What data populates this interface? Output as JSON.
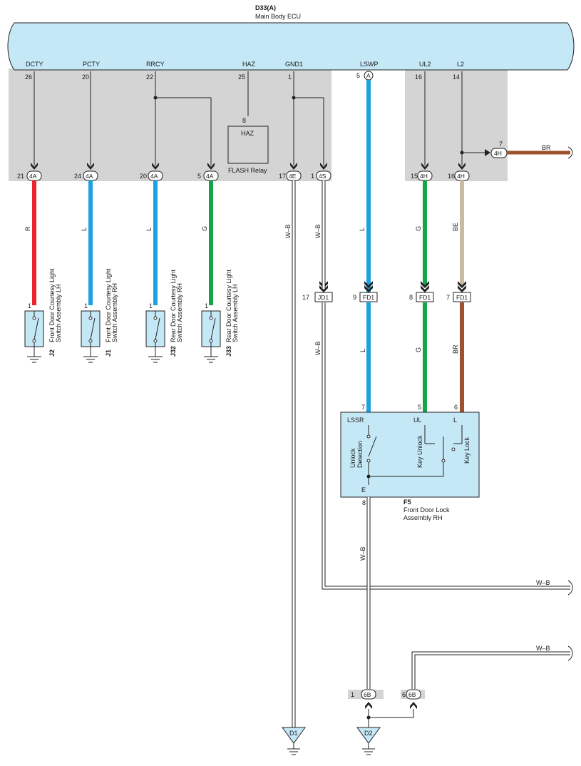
{
  "ecu": {
    "code": "D33(A)",
    "name": "Main Body ECU"
  },
  "pins": [
    {
      "name": "DCTY",
      "num": "26"
    },
    {
      "name": "PCTY",
      "num": "20"
    },
    {
      "name": "RRCY",
      "num": "22"
    },
    {
      "name": "HAZ",
      "num": "25"
    },
    {
      "name": "GND1",
      "num": "1"
    },
    {
      "name": "LSWP",
      "num": "5",
      "connector": "A"
    },
    {
      "name": "UL2",
      "num": "16"
    },
    {
      "name": "L2",
      "num": "14"
    }
  ],
  "flash_relay": {
    "label": "HAZ",
    "pin": "8",
    "name": "FLASH Relay"
  },
  "connectors_top": [
    {
      "pin": "21",
      "code": "4A"
    },
    {
      "pin": "24",
      "code": "4A"
    },
    {
      "pin": "20",
      "code": "4A"
    },
    {
      "pin": "5",
      "code": "4A"
    },
    {
      "pin": "17",
      "code": "4E"
    },
    {
      "pin": "1",
      "code": "4S"
    },
    {
      "pin": "15",
      "code": "4H"
    },
    {
      "pin": "16",
      "code": "4H"
    }
  ],
  "br_connector": {
    "pin": "7",
    "code": "4H",
    "wire": "BR"
  },
  "wires_top": [
    {
      "color_code": "R",
      "color": "#e8262c"
    },
    {
      "color_code": "L",
      "color": "#1ba3e0"
    },
    {
      "color_code": "L",
      "color": "#1ba3e0"
    },
    {
      "color_code": "G",
      "color": "#13a54a"
    },
    {
      "color_code": "W–B",
      "color": "#ffffff"
    },
    {
      "color_code": "W–B",
      "color": "#ffffff"
    },
    {
      "color_code": "L",
      "color": "#1ba3e0"
    },
    {
      "color_code": "G",
      "color": "#13a54a"
    },
    {
      "color_code": "BE",
      "color": "#c7bca3"
    }
  ],
  "switches": [
    {
      "code": "J2",
      "pin": "1",
      "line1": "Front Door Courtesy Light",
      "line2": "Switch Assembly LH"
    },
    {
      "code": "J1",
      "pin": "1",
      "line1": "Front Door Courtesy Light",
      "line2": "Switch Assembly RH"
    },
    {
      "code": "J32",
      "pin": "1",
      "line1": "Rear Door Courtesy Light",
      "line2": "Switch Assembly RH"
    },
    {
      "code": "J33",
      "pin": "1",
      "line1": "Rear Door Courtesy Light",
      "line2": "Switch Assembly LH"
    }
  ],
  "connectors_mid": [
    {
      "pin": "17",
      "code": "JD1"
    },
    {
      "pin": "9",
      "code": "FD1"
    },
    {
      "pin": "8",
      "code": "FD1"
    },
    {
      "pin": "7",
      "code": "FD1"
    }
  ],
  "wires_mid": [
    {
      "color_code": "W–B"
    },
    {
      "color_code": "L"
    },
    {
      "color_code": "G"
    },
    {
      "color_code": "BR",
      "color": "#a0522d"
    }
  ],
  "door_lock": {
    "pin_lssr": "7",
    "pin_ul": "5",
    "pin_l": "6",
    "pin_e": "8",
    "term_lssr": "LSSR",
    "term_ul": "UL",
    "term_l": "L",
    "term_e": "E",
    "sw1_line1": "Unlock",
    "sw1_line2": "Detection",
    "sw2": "Key Unlock",
    "sw3": "Key Lock",
    "code": "F5",
    "line1": "Front Door Lock",
    "line2": "Assembly RH",
    "fill": "#c5e8f7"
  },
  "wire_e": "W–B",
  "wire_out1": "W–B",
  "wire_out2": "W–B",
  "connectors_bottom": [
    {
      "pin": "1",
      "code": "6B"
    },
    {
      "pin": "6",
      "code": "6B"
    }
  ],
  "grounds": [
    "D1",
    "D2"
  ],
  "colors": {
    "ecu_fill": "#c5e8f7",
    "panel_grey": "#d4d4d4"
  }
}
